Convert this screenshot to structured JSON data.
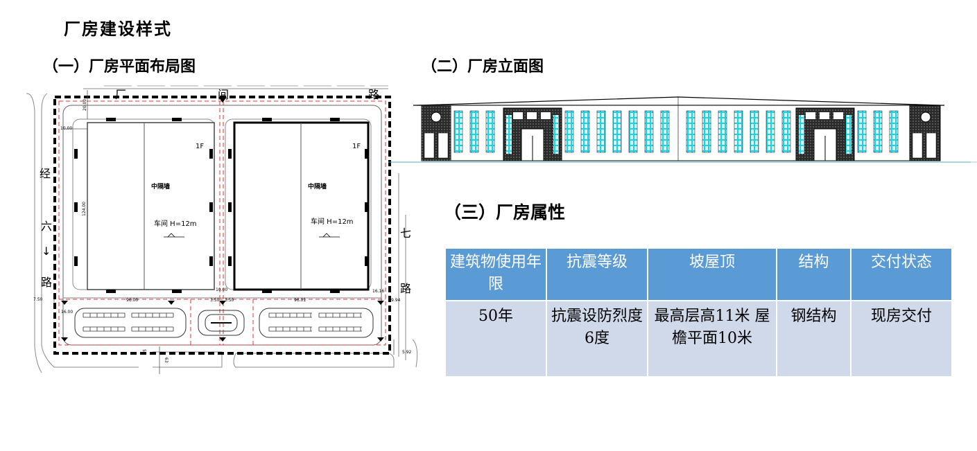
{
  "page_title": "厂房建设样式",
  "section1": {
    "title": "（一）厂房平面布局图",
    "labels": {
      "road_top_1": "厂",
      "road_top_2": "间",
      "road_top_3": "路",
      "road_left_1": "经",
      "road_left_2": "六",
      "road_left_3": "↓",
      "road_left_4": "路",
      "road_right_1": "七",
      "road_right_2": "路",
      "floor_a": "1F",
      "floor_b": "1F",
      "wall_a": "中隔墙",
      "wall_b": "中隔墙",
      "room_a": "车间 H=12m",
      "room_b": "车间 H=12m",
      "dim_top": "20.00",
      "dim_corner": "10.00",
      "dim_side": "124.00",
      "dim_mid_bottom": "10.00",
      "dim_right": "16.16",
      "dim_left_edge": "7.50",
      "dim_width_a": "96.00",
      "dim_gap_a": "3.50",
      "dim_gap_b": "3.50",
      "dim_width_b": "96.01",
      "dim_edge_right": "9.94",
      "dim_lot_left": "16.00",
      "dim_bottom_1": "51",
      "dim_bottom_2": "63",
      "dim_bottom_right": "5.92"
    }
  },
  "section2": {
    "title": "（二）厂房立面图"
  },
  "section3": {
    "title": "（三）厂房属性",
    "headers": [
      "建筑物使用年限",
      "抗震等级",
      "坡屋顶",
      "结构",
      "交付状态"
    ],
    "row": [
      "50年",
      "抗震设防烈度6度",
      "最高层高11米 屋檐平面10米",
      "钢结构",
      "现房交付"
    ]
  },
  "colors": {
    "header_bg": "#5b9bd5",
    "cell_bg": "#cfd9ea",
    "window_cyan": "#19d3e8",
    "red_dash": "#e03030"
  }
}
